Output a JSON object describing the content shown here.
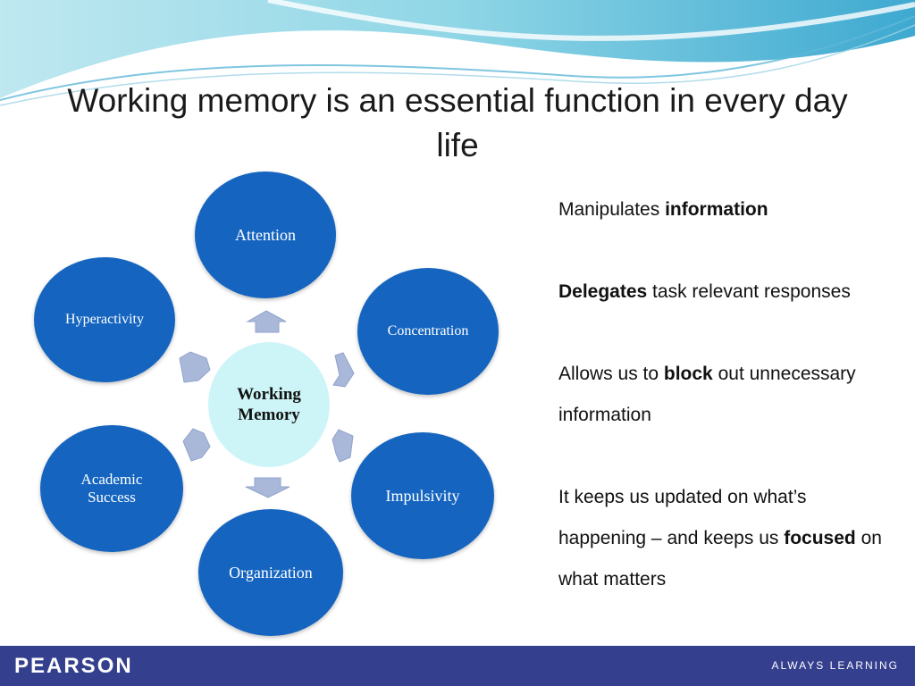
{
  "slide": {
    "title": "Working memory is an essential function in every day life"
  },
  "diagram": {
    "center": "Working Memory",
    "nodes": [
      "Attention",
      "Concentration",
      "Impulsivity",
      "Organization",
      "Academic Success",
      "Hyperactivity"
    ]
  },
  "bullets": [
    {
      "parts": [
        {
          "text": "Manipulates ",
          "bold": false
        },
        {
          "text": "information",
          "bold": true
        }
      ]
    },
    {
      "parts": [
        {
          "text": "Delegates",
          "bold": true
        },
        {
          "text": " task relevant responses",
          "bold": false
        }
      ]
    },
    {
      "parts": [
        {
          "text": "Allows us to ",
          "bold": false
        },
        {
          "text": "block",
          "bold": true
        },
        {
          "text": " out unnecessary information",
          "bold": false
        }
      ]
    },
    {
      "parts": [
        {
          "text": "It keeps us updated on what’s happening – and keeps us ",
          "bold": false
        },
        {
          "text": "focused",
          "bold": true
        },
        {
          "text": " on what matters",
          "bold": false
        }
      ]
    }
  ],
  "footer": {
    "logo": "PEARSON",
    "tagline": "ALWAYS LEARNING"
  },
  "colors": {
    "node": "#1565c0",
    "center": "#cdf5f7",
    "arrow": "#a9b8d8",
    "footer": "#343f8e"
  }
}
